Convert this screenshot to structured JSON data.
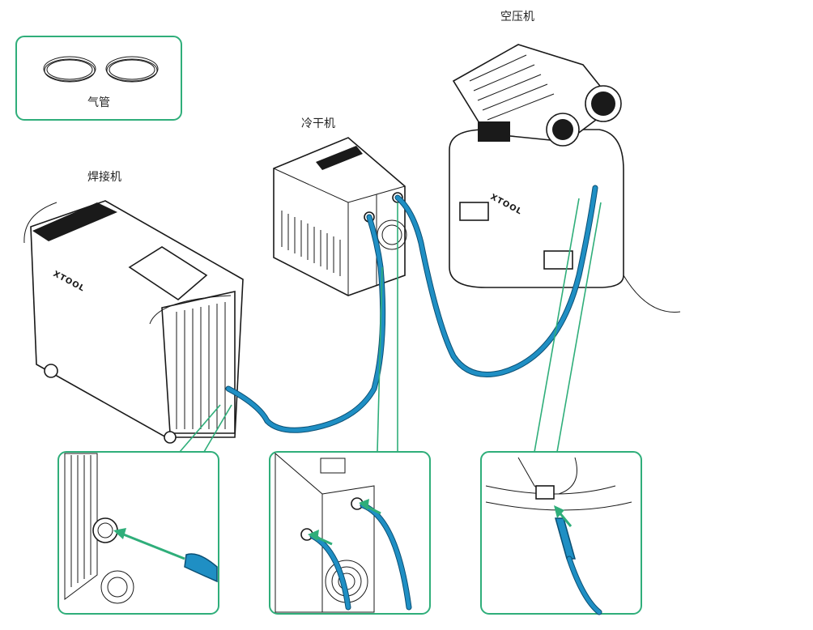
{
  "labels": {
    "air_hose": "气管",
    "welder": "焊接机",
    "dryer": "冷干机",
    "compressor": "空压机"
  },
  "brand_mark": "XTOOL",
  "colors": {
    "hose": "#1f8fc4",
    "callout_border": "#2fae7a",
    "line_art": "#1a1a1a"
  }
}
